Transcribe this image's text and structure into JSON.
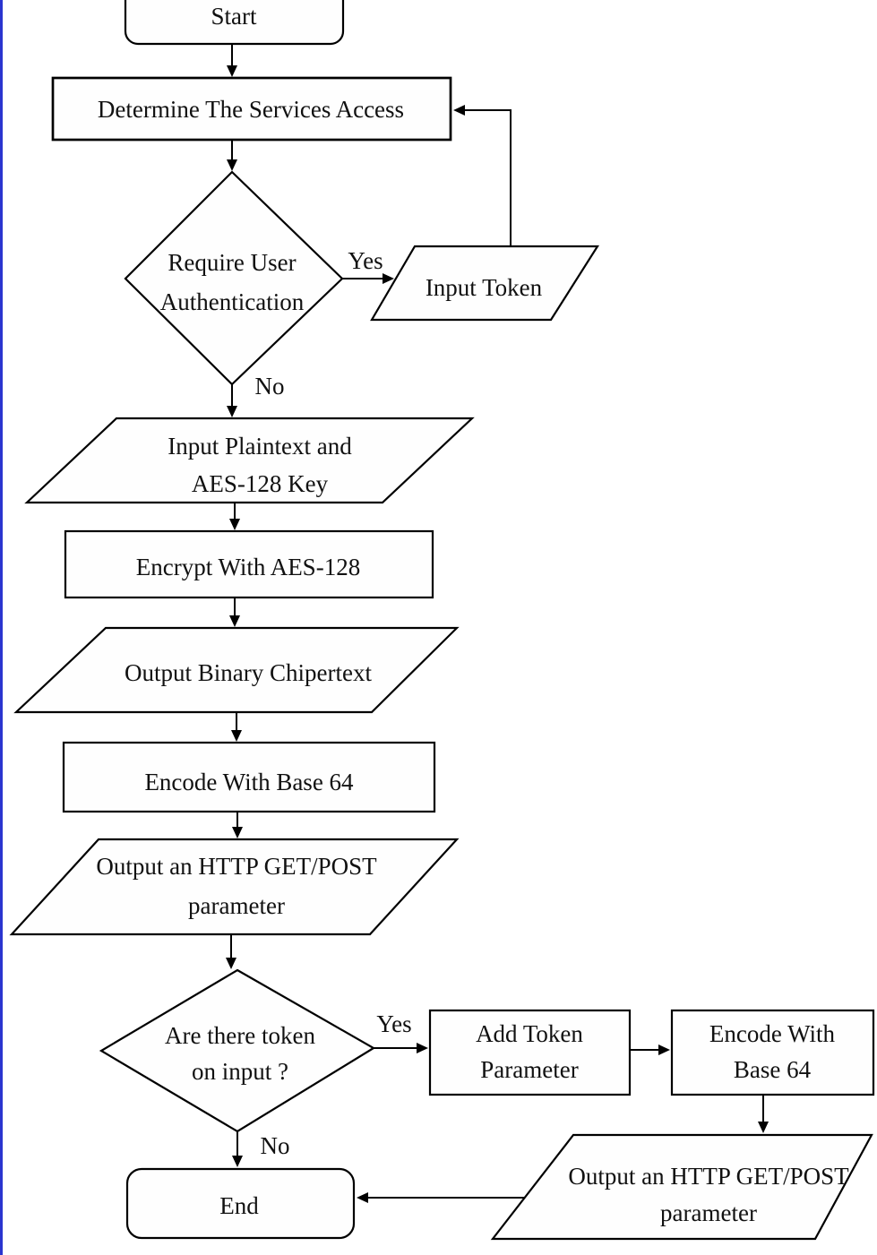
{
  "flowchart": {
    "nodes": {
      "start": {
        "type": "terminator",
        "label": "Start"
      },
      "determine_services": {
        "type": "process",
        "label": "Determine The Services Access"
      },
      "require_auth": {
        "type": "decision",
        "line1": "Require User",
        "line2": "Authentication"
      },
      "input_token": {
        "type": "io",
        "label": "Input Token"
      },
      "input_plaintext": {
        "type": "io",
        "line1": "Input Plaintext and",
        "line2": "AES-128 Key"
      },
      "encrypt_aes": {
        "type": "process",
        "label": "Encrypt With AES-128"
      },
      "output_binary": {
        "type": "io",
        "label": "Output Binary Chipertext"
      },
      "encode_base64": {
        "type": "process",
        "label": "Encode With Base 64"
      },
      "output_http_param": {
        "type": "io",
        "line1": "Output an HTTP GET/POST",
        "line2": "parameter"
      },
      "token_check": {
        "type": "decision",
        "line1": "Are there token",
        "line2": "on input ?"
      },
      "add_token_param": {
        "type": "process",
        "line1": "Add Token",
        "line2": "Parameter"
      },
      "encode_base64_2": {
        "type": "process",
        "line1": "Encode With",
        "line2": "Base 64"
      },
      "output_http_param_2": {
        "type": "io",
        "line1": "Output an HTTP GET/POST",
        "line2": "parameter"
      },
      "end": {
        "type": "terminator",
        "label": "End"
      }
    },
    "branch_labels": {
      "auth_yes": "Yes",
      "auth_no": "No",
      "token_yes": "Yes",
      "token_no": "No"
    },
    "colors": {
      "stroke": "#000000",
      "fill": "#ffffff",
      "text": "#111111",
      "scan_artifact_blue": "#2a35cf"
    }
  }
}
